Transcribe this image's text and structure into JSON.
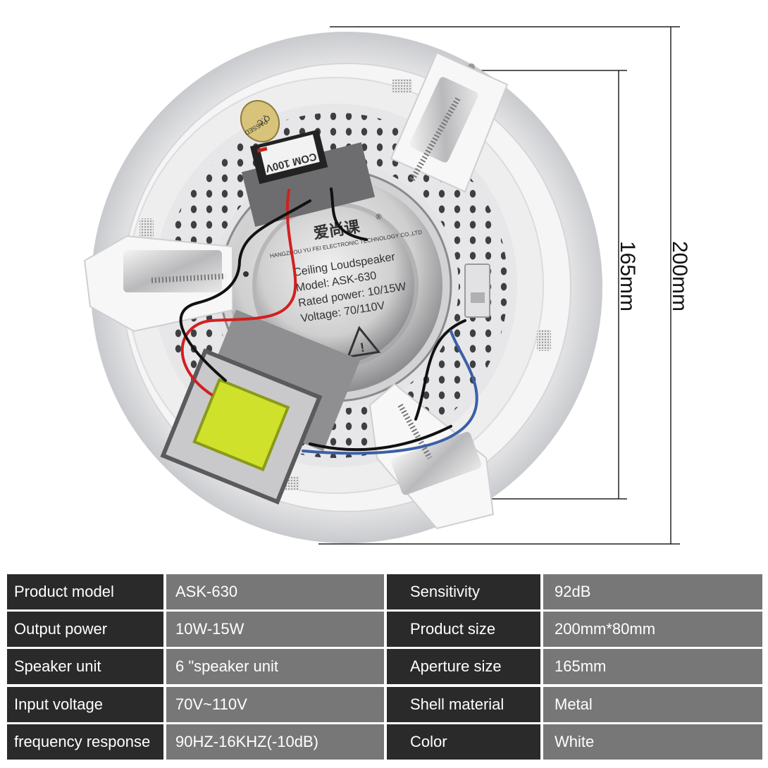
{
  "product_label": {
    "brand": "爱尚课",
    "registered_mark": "®",
    "company": "HANGZHOU YU FEI ELECTRONIC TECHNOLOGY CO.,LTD",
    "title": "Ceiling Loudspeaker",
    "model": "Model: ASK-630",
    "rated_power": "Rated power: 10/15W",
    "voltage": "Voltage: 70/110V"
  },
  "terminal_label": "COM 100V",
  "qc_sticker": {
    "line1": "Q.C",
    "line2": "PASSED"
  },
  "dimensions": {
    "outer": "200mm",
    "aperture": "165mm"
  },
  "colors": {
    "label_cell": "#2a2a2a",
    "value_cell": "#777777",
    "wire_red": "#d21f1f",
    "wire_blue": "#3b5fa8"
  },
  "specs": [
    {
      "label": "Product model",
      "value": "ASK-630",
      "label2": "Sensitivity",
      "value2": "92dB"
    },
    {
      "label": "Output power",
      "value": "10W-15W",
      "label2": "Product size",
      "value2": "200mm*80mm"
    },
    {
      "label": "Speaker unit",
      "value": "6 \"speaker unit",
      "label2": "Aperture size",
      "value2": "165mm"
    },
    {
      "label": "Input voltage",
      "value": "70V~110V",
      "label2": "Shell material",
      "value2": "Metal"
    },
    {
      "label": "frequency response",
      "value": "90HZ-16KHZ(-10dB)",
      "label2": "Color",
      "value2": "White"
    }
  ]
}
